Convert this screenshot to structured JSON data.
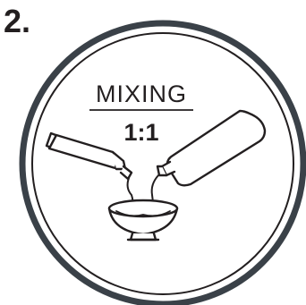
{
  "step": {
    "number": "2."
  },
  "badge": {
    "title": "MIXING",
    "ratio": "1:1"
  },
  "colors": {
    "ink": "#231f20",
    "ring_outer": "#3a4148",
    "background": "#ffffff"
  },
  "icons": [
    "tube-icon",
    "bottle-icon",
    "mixing-bowl-icon"
  ]
}
